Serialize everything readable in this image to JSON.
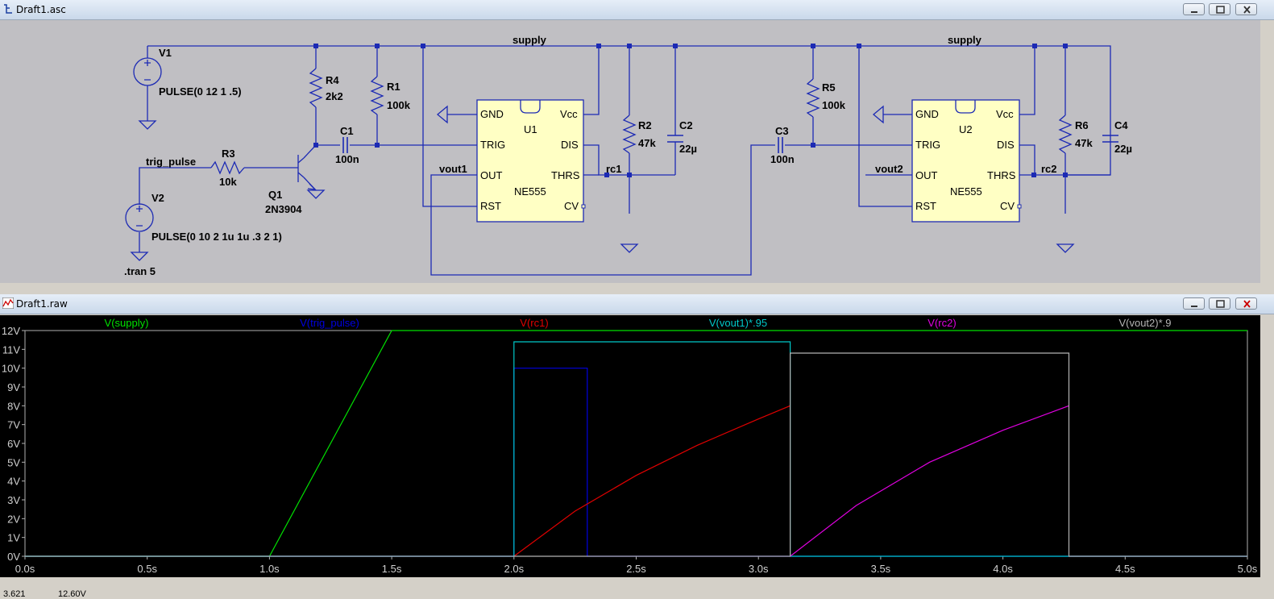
{
  "schematic_window": {
    "title": "Draft1.asc"
  },
  "plot_window": {
    "title": "Draft1.raw"
  },
  "window_buttons": {
    "minimize": "minimize",
    "restore": "restore",
    "close": "close"
  },
  "schematic": {
    "components": {
      "V1": {
        "name": "V1",
        "value": "PULSE(0 12 1 .5)"
      },
      "V2": {
        "name": "V2",
        "value": "PULSE(0 10 2 1u 1u .3 2 1)"
      },
      "R1": {
        "name": "R1",
        "value": "100k"
      },
      "R2": {
        "name": "R2",
        "value": "47k"
      },
      "R3": {
        "name": "R3",
        "value": "10k"
      },
      "R4": {
        "name": "R4",
        "value": "2k2"
      },
      "R5": {
        "name": "R5",
        "value": "100k"
      },
      "R6": {
        "name": "R6",
        "value": "47k"
      },
      "C1": {
        "name": "C1",
        "value": "100n"
      },
      "C2": {
        "name": "C2",
        "value": "22µ"
      },
      "C3": {
        "name": "C3",
        "value": "100n"
      },
      "C4": {
        "name": "C4",
        "value": "22µ"
      },
      "Q1": {
        "name": "Q1",
        "value": "2N3904"
      },
      "U1": {
        "name": "U1",
        "value": "NE555"
      },
      "U2": {
        "name": "U2",
        "value": "NE555"
      }
    },
    "pins": {
      "gnd": "GND",
      "vcc": "Vcc",
      "trig": "TRIG",
      "dis": "DIS",
      "out": "OUT",
      "thrs": "THRS",
      "rst": "RST",
      "cv": "CV"
    },
    "nets": {
      "supply": "supply",
      "trig_pulse": "trig_pulse",
      "vout1": "vout1",
      "vout2": "vout2",
      "rc1": "rc1",
      "rc2": "rc2"
    },
    "directive": ".tran 5"
  },
  "plot": {
    "traces": [
      {
        "label": "V(supply)",
        "color": "#00e000"
      },
      {
        "label": "V(trig_pulse)",
        "color": "#0000e0"
      },
      {
        "label": "V(rc1)",
        "color": "#e00000"
      },
      {
        "label": "V(vout1)*.95",
        "color": "#00c8c8"
      },
      {
        "label": "V(rc2)",
        "color": "#e000e0"
      },
      {
        "label": "V(vout2)*.9",
        "color": "#b4b4b4"
      }
    ],
    "y_ticks": [
      "0V",
      "1V",
      "2V",
      "3V",
      "4V",
      "5V",
      "6V",
      "7V",
      "8V",
      "9V",
      "10V",
      "11V",
      "12V"
    ],
    "x_ticks": [
      "0.0s",
      "0.5s",
      "1.0s",
      "1.5s",
      "2.0s",
      "2.5s",
      "3.0s",
      "3.5s",
      "4.0s",
      "4.5s",
      "5.0s"
    ]
  },
  "chart_data": {
    "type": "line",
    "xlim": [
      0,
      5
    ],
    "ylim": [
      0,
      12
    ],
    "series": [
      {
        "name": "V(supply)",
        "x": [
          0,
          1.0,
          1.5,
          5.0
        ],
        "y": [
          0,
          0,
          12,
          12
        ]
      },
      {
        "name": "V(trig_pulse)",
        "x": [
          0,
          2.0,
          2.0,
          2.3,
          2.3,
          5.0
        ],
        "y": [
          0,
          0,
          10,
          10,
          0,
          0
        ]
      },
      {
        "name": "V(rc1)",
        "x": [
          2.0,
          2.25,
          2.5,
          2.75,
          3.0,
          3.13
        ],
        "y": [
          0,
          2.4,
          4.3,
          5.9,
          7.3,
          8.0
        ]
      },
      {
        "name": "V(vout1)*.95",
        "x": [
          0,
          2.0,
          2.0,
          3.13,
          3.13,
          5.0
        ],
        "y": [
          0,
          0,
          11.4,
          11.4,
          0,
          0
        ]
      },
      {
        "name": "V(rc2)",
        "x": [
          3.13,
          3.4,
          3.7,
          4.0,
          4.27
        ],
        "y": [
          0,
          2.7,
          5.0,
          6.7,
          8.0
        ]
      },
      {
        "name": "V(vout2)*.9",
        "x": [
          0,
          3.13,
          3.13,
          4.27,
          4.27,
          5.0
        ],
        "y": [
          0,
          0,
          10.8,
          10.8,
          0,
          0
        ]
      }
    ]
  },
  "status": {
    "cursor_x": "3.621",
    "cursor_y": "12.60V"
  }
}
